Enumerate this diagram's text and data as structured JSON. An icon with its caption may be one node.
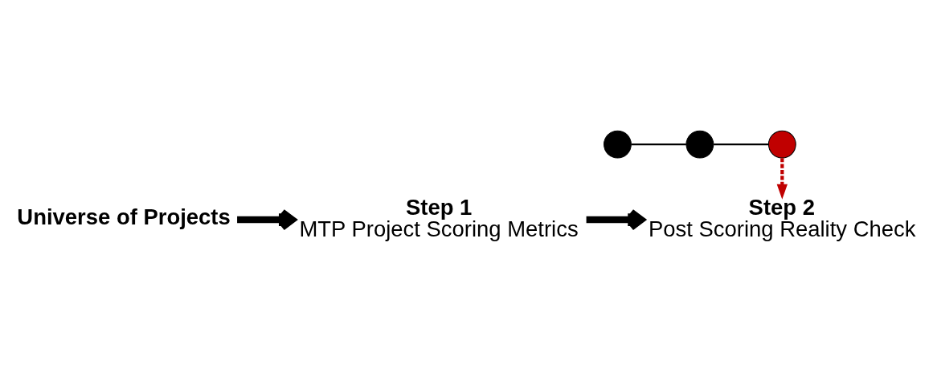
{
  "diagram": {
    "nodes": [
      {
        "text": [],
        "shape": "circle"
      },
      {
        "text": [],
        "shape": "circle"
      },
      {
        "text": [],
        "shape": "circle"
      },
      {
        "text": [
          "Universe of Projects"
        ]
      },
      {
        "text": [
          "Step 1",
          "MTP Project Scoring Metrics"
        ]
      },
      {
        "text": [
          "Step 2",
          "Post Scoring Reality Check"
        ]
      }
    ],
    "edges": [
      {
        "from": 0,
        "to": 1,
        "arrow": "none"
      },
      {
        "from": 1,
        "to": 2,
        "arrow": "none"
      },
      {
        "from": 2,
        "to": 5,
        "arrow": "to",
        "style": "dashed",
        "color": "#c00000"
      },
      {
        "from": 3,
        "to": 4,
        "arrow": "to",
        "style": "thick"
      },
      {
        "from": 4,
        "to": 5,
        "arrow": "to",
        "style": "thick"
      }
    ]
  }
}
